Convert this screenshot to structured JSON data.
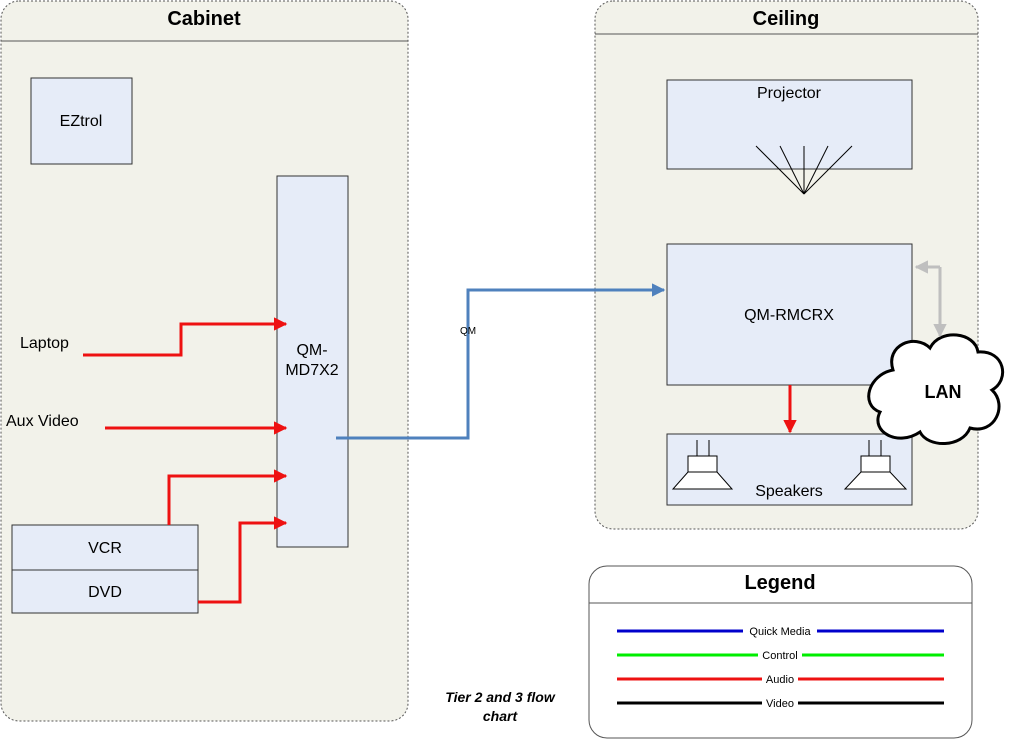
{
  "containers": {
    "cabinet": "Cabinet",
    "ceiling": "Ceiling",
    "legend": "Legend"
  },
  "devices": {
    "eztrol": "EZtrol",
    "switcher_line1": "QM-",
    "switcher_line2": "MD7X2",
    "projector": "Projector",
    "receiver": "QM-RMCRX",
    "speakers": "Speakers",
    "vcr": "VCR",
    "dvd": "DVD",
    "lan": "LAN"
  },
  "sources": {
    "laptop": "Laptop",
    "aux_video": "Aux Video"
  },
  "connections": {
    "qm_link_label": "QM"
  },
  "legend_items": [
    {
      "label": "Quick Media",
      "color": "#0000CC"
    },
    {
      "label": "Control",
      "color": "#00EE00"
    },
    {
      "label": "Audio",
      "color": "#EE1111"
    },
    {
      "label": "Video",
      "color": "#000000"
    }
  ],
  "caption_line1": "Tier 2 and 3 flow",
  "caption_line2": "chart",
  "colors": {
    "container_fill": "#f2f2ea",
    "device_fill": "#e6ecf8",
    "quick_media_link": "#4f81bd",
    "audio_video_link": "#ee1111",
    "lan_link": "#bfbfbf"
  }
}
